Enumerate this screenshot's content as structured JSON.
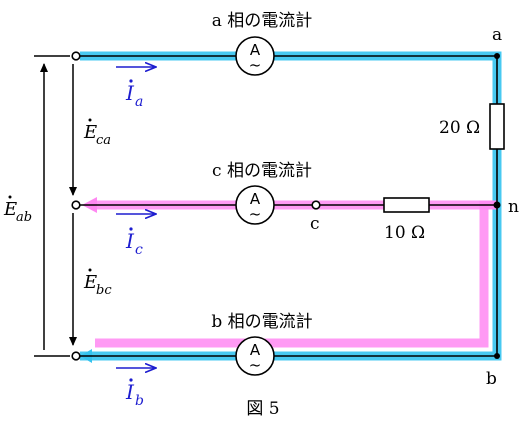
{
  "labels": {
    "ammeter_a": "a 相の電流計",
    "ammeter_c": "c 相の電流計",
    "ammeter_b": "b 相の電流計",
    "node_a": "a",
    "node_b": "b",
    "node_c": "c",
    "node_n": "n",
    "r20": "20 Ω",
    "r10": "10 Ω",
    "figure": "図 5"
  },
  "ammeter_symbol": {
    "top": "A",
    "bottom": "~"
  },
  "currents": {
    "Ia": {
      "base": "I",
      "sub": "a"
    },
    "Ic": {
      "base": "I",
      "sub": "c"
    },
    "Ib": {
      "base": "I",
      "sub": "b"
    }
  },
  "voltages": {
    "Eab": {
      "base": "E",
      "sub": "ab"
    },
    "Eca": {
      "base": "E",
      "sub": "ca"
    },
    "Ebc": {
      "base": "E",
      "sub": "bc"
    }
  },
  "colors": {
    "highlight_blue": "#34c3ef",
    "highlight_pink": "#ff88f2",
    "current_arrow": "#1d1dcf",
    "wire": "#000000"
  }
}
